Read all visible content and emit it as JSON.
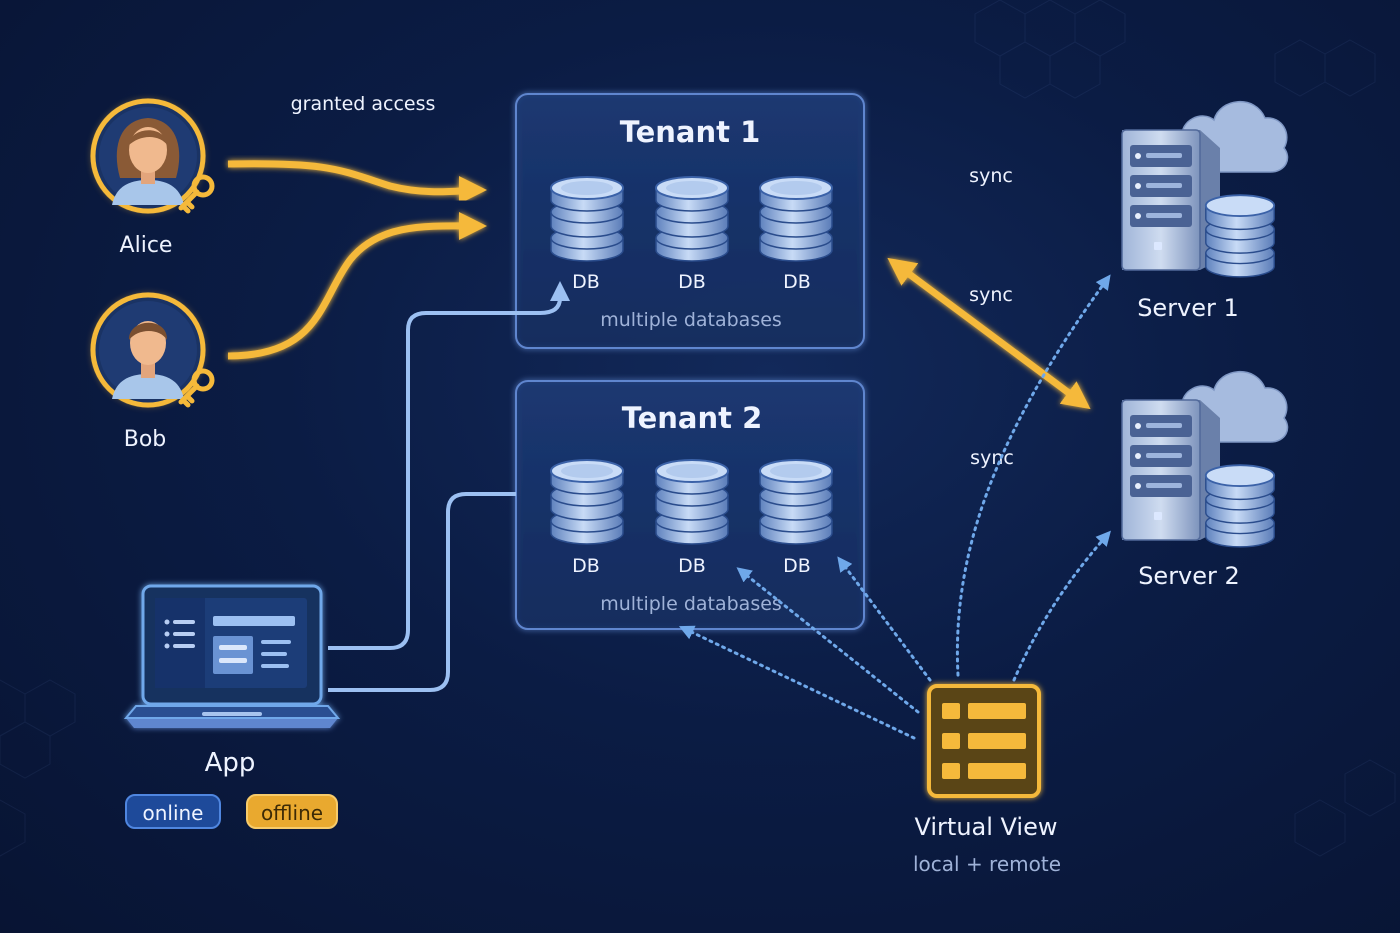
{
  "users": [
    {
      "name": "Alice"
    },
    {
      "name": "Bob"
    }
  ],
  "access_label": "granted access",
  "tenants": [
    {
      "title": "Tenant 1",
      "db_labels": [
        "DB",
        "DB",
        "DB"
      ],
      "caption": "multiple databases"
    },
    {
      "title": "Tenant 2",
      "db_labels": [
        "DB",
        "DB",
        "DB"
      ],
      "caption": "multiple databases"
    }
  ],
  "servers": [
    {
      "name": "Server 1"
    },
    {
      "name": "Server 2"
    }
  ],
  "sync_labels": [
    "sync",
    "sync",
    "sync"
  ],
  "app": {
    "label": "App",
    "online_badge": "online",
    "offline_badge": "offline"
  },
  "virtual_view": {
    "title": "Virtual View",
    "subtitle": "local + remote"
  },
  "colors": {
    "gold": "#f5b93a",
    "blue_line": "#9cc0f2",
    "dotted": "#6fa8ea",
    "panel_border": "#5f86cf",
    "background": "#0b1c44"
  }
}
